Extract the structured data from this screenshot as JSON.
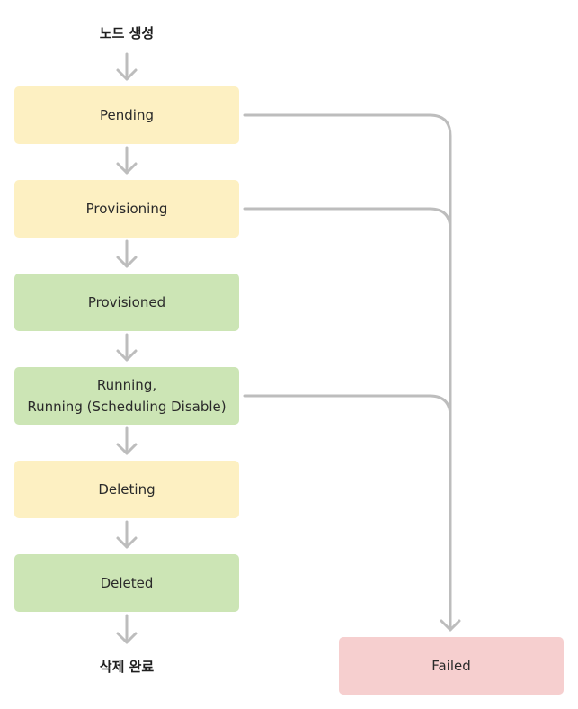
{
  "flow": {
    "start_label": "노드 생성",
    "end_label": "삭제 완료",
    "states": [
      {
        "label": "Pending",
        "color": "#fdf0c2"
      },
      {
        "label": "Provisioning",
        "color": "#fdf0c2"
      },
      {
        "label": "Provisioned",
        "color": "#cce5b5"
      },
      {
        "label": "Running,\nRunning (Scheduling Disable)",
        "color": "#cce5b5"
      },
      {
        "label": "Deleting",
        "color": "#fdf0c2"
      },
      {
        "label": "Deleted",
        "color": "#cce5b5"
      }
    ],
    "failed": {
      "label": "Failed",
      "color": "#f6cfcf"
    },
    "connector_color": "#bdbdbd"
  }
}
